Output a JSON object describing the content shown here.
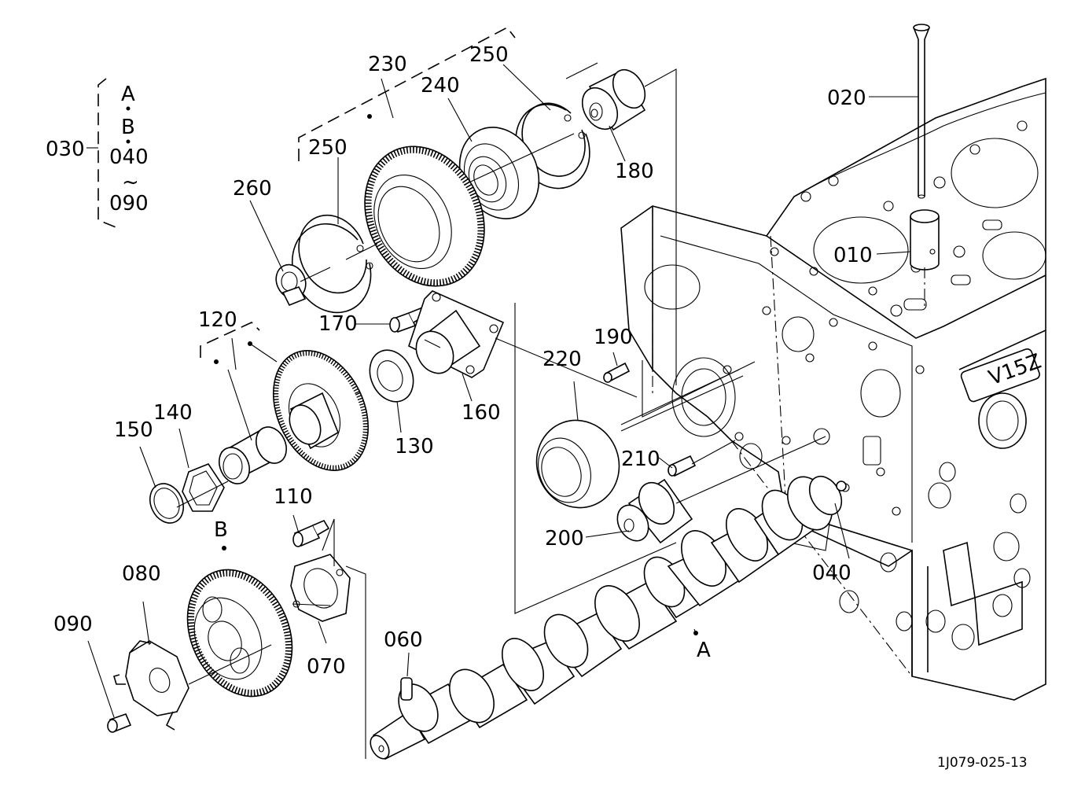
{
  "callouts": {
    "c010": "010",
    "c020": "020",
    "c030": "030",
    "c040": "040",
    "c060": "060",
    "c070": "070",
    "c080": "080",
    "c090": "090",
    "c110": "110",
    "c120": "120",
    "c130": "130",
    "c140": "140",
    "c150": "150",
    "c160": "160",
    "c170": "170",
    "c180": "180",
    "c190": "190",
    "c200": "200",
    "c210": "210",
    "c220": "220",
    "c230": "230",
    "c240": "240",
    "c250a": "250",
    "c250b": "250",
    "c260": "260"
  },
  "markers": {
    "a": "A",
    "b": "B"
  },
  "assembly_030": {
    "line1": "A",
    "line2": "B",
    "line3": "040",
    "line4": "~",
    "line5": "090"
  },
  "engine_model": "V15Z",
  "drawing_number": "1J079-025-13"
}
